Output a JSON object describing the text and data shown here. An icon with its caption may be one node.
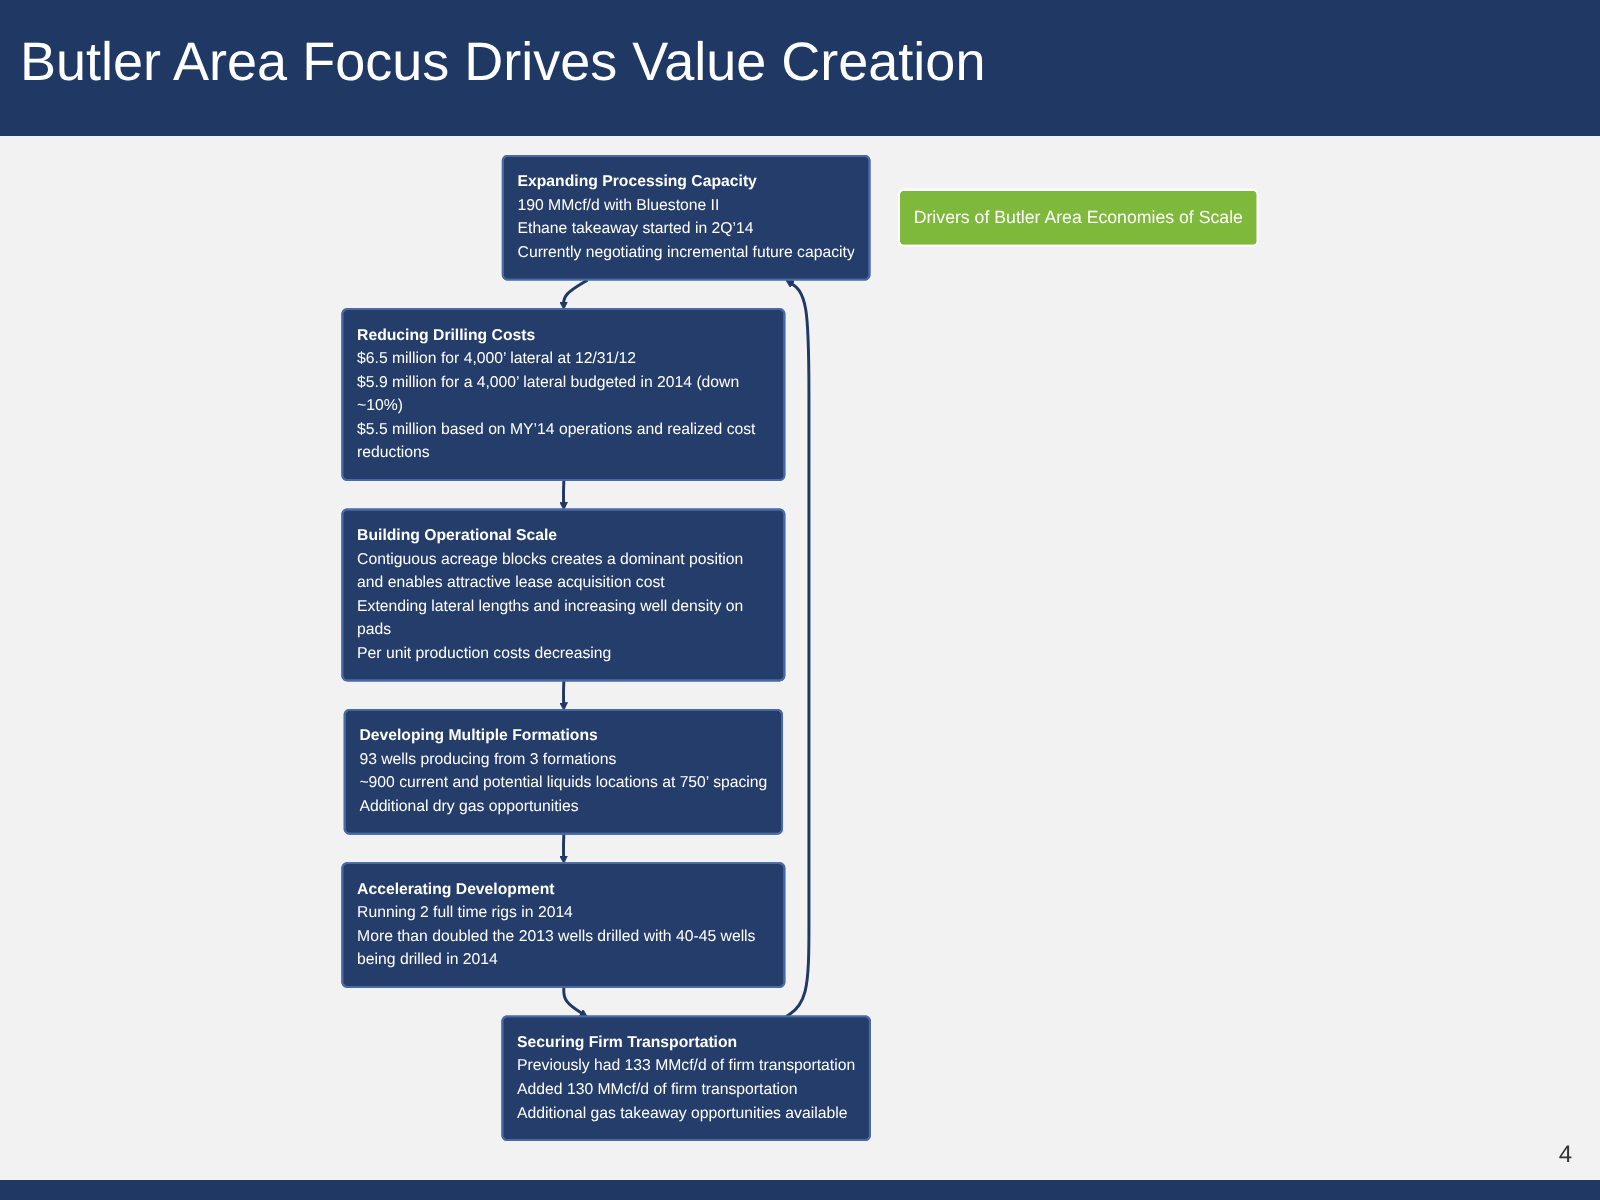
{
  "diagram": {
    "title": "Butler Area Focus Drives Value Creation",
    "nodes": [
      {
        "text": [
          "Expanding Processing Capacity",
          "190 MMcf/d with Bluestone II",
          "Ethane takeaway started in 2Q’14",
          "Currently negotiating incremental future capacity"
        ]
      },
      {
        "text": [
          "Reducing Drilling Costs",
          "$6.5 million for 4,000’ lateral at 12/31/12",
          "$5.9 million for a 4,000’ lateral budgeted in 2014 (down ~10%)",
          "$5.5 million based on MY’14 operations and realized cost reductions"
        ]
      },
      {
        "text": [
          "Building Operational Scale",
          "Contiguous acreage blocks creates a dominant position and enables attractive lease acquisition cost",
          "Extending lateral lengths and increasing well density on pads",
          "Per unit production costs decreasing"
        ]
      },
      {
        "text": [
          "Developing Multiple Formations",
          "93 wells producing from 3 formations",
          "~900 current and potential liquids locations at 750’ spacing",
          "Additional dry gas opportunities"
        ]
      },
      {
        "text": [
          "Accelerating Development",
          "Running 2 full time rigs in 2014",
          "More than doubled the 2013 wells drilled with 40-45 wells being drilled in 2014"
        ]
      },
      {
        "text": [
          "Securing Firm Transportation",
          "Previously had 133 MMcf/d of firm transportation",
          "Added 130 MMcf/d of firm transportation",
          "Additional gas takeaway opportunities available"
        ]
      },
      {
        "text": [
          "Drivers of Butler Area Economies of Scale"
        ]
      }
    ],
    "edges": [
      {
        "from": 0,
        "to": 1,
        "arrow": "to"
      },
      {
        "from": 1,
        "to": 2,
        "arrow": "to"
      },
      {
        "from": 2,
        "to": 3,
        "arrow": "to"
      },
      {
        "from": 3,
        "to": 4,
        "arrow": "to"
      },
      {
        "from": 4,
        "to": 5,
        "arrow": "to"
      },
      {
        "from": 5,
        "to": 0,
        "arrow": "to"
      }
    ],
    "labels": [
      "4"
    ]
  }
}
